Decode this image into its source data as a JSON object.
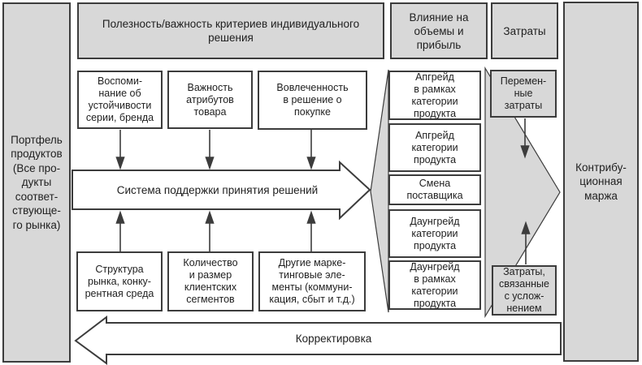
{
  "colors": {
    "fill_gray": "#d8d8d8",
    "border_dark": "#3c3c3c",
    "text": "#1f1f1f",
    "arrow_fill": "#ffffff"
  },
  "left_panel": {
    "label": "Портфель\nпродуктов\n(Все про-\nдукты\nсоответ-\nствующе-\nго рынка)"
  },
  "headers": {
    "utility": "Полезность/важность критериев индивидуального\nрешения",
    "influence": "Влияние на\nобъемы и\nприбыль",
    "costs": "Затраты"
  },
  "top_factors": [
    {
      "label": "Воспоми-\nнание об\nустойчивости\nсерии, бренда"
    },
    {
      "label": "Важность\nатрибутов\nтовара"
    },
    {
      "label": "Вовлеченность\nв решение о\nпокупке"
    }
  ],
  "main_arrow": {
    "label": "Система поддержки принятия решений"
  },
  "bottom_factors": [
    {
      "label": "Структура\nрынка, конку-\nрентная среда"
    },
    {
      "label": "Количество\nи размер\nклиентских\nсегментов"
    },
    {
      "label": "Другие марке-\nтинговые эле-\nменты (коммуни-\nкация, сбыт и т.д.)"
    }
  ],
  "outcomes": [
    {
      "label": "Апгрейд\nв рамках\nкатегории\nпродукта"
    },
    {
      "label": "Апгрейд\nкатегории\nпродукта"
    },
    {
      "label": "Смена\nпоставщика"
    },
    {
      "label": "Даунгрейд\nкатегории\nпродукта"
    },
    {
      "label": "Даунгрейд\nв рамках\nкатегории\nпродукта"
    }
  ],
  "cost_items": [
    {
      "label": "Перемен-\nные\nзатраты"
    },
    {
      "label": "Затраты,\nсвязанные\nс услож-\nнением"
    }
  ],
  "contribution": {
    "label": "Контрибу-\nционная\nмаржа"
  },
  "feedback_arrow": {
    "label": "Корректировка"
  }
}
